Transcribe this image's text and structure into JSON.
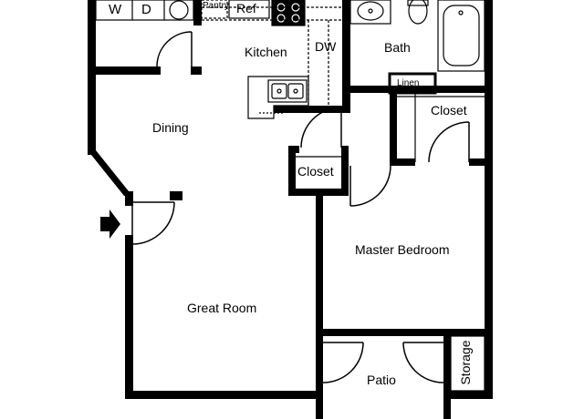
{
  "labels": {
    "washer": "W",
    "dryer": "D",
    "pantry": "Pantry",
    "ref": "Ref",
    "kitchen": "Kitchen",
    "dw": "DW",
    "bath": "Bath",
    "linen": "Linen",
    "dining": "Dining",
    "closet_hall": "Closet",
    "closet_master": "Closet",
    "master_bedroom": "Master Bedroom",
    "great_room": "Great Room",
    "patio": "Patio",
    "storage": "Storage"
  },
  "colors": {
    "wall": "#000000",
    "fixture_line": "#000000",
    "background": "#ffffff"
  },
  "icons": {
    "entry_arrow": "arrow-right-icon"
  }
}
